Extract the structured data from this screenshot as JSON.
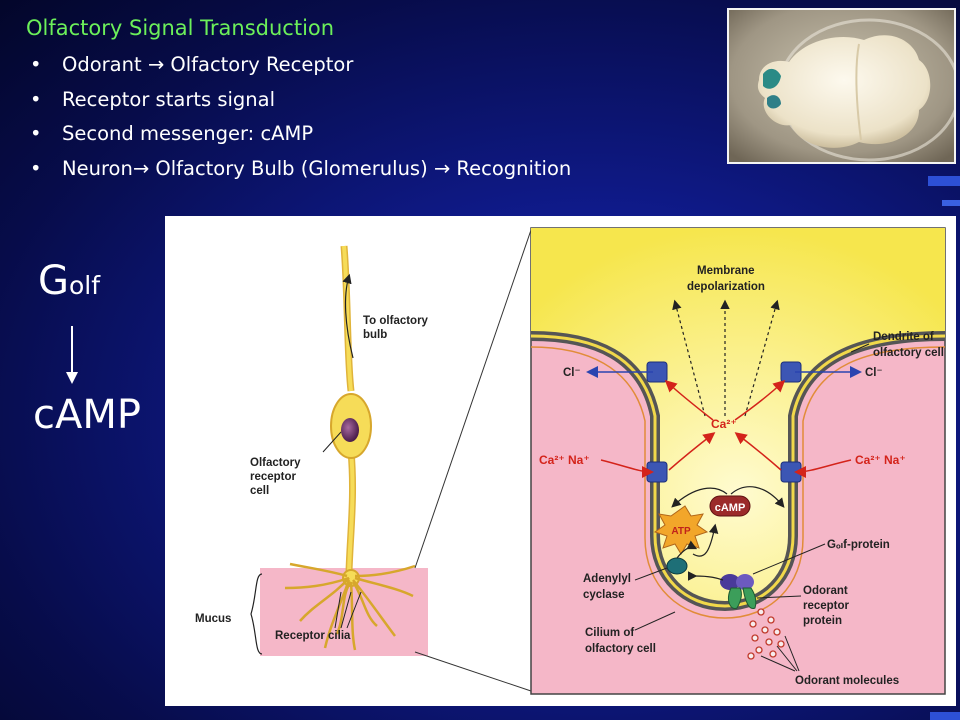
{
  "slide": {
    "title": "Olfactory Signal Transduction",
    "bullets": [
      "Odorant → Olfactory Receptor",
      "Receptor starts signal",
      "Second messenger: cAMP",
      "Neuron→ Olfactory Bulb (Glomerulus) → Recognition"
    ],
    "bullet_glyph": "•"
  },
  "side": {
    "g_main": "G",
    "g_sub": "olf",
    "camp": "cAMP"
  },
  "figure": {
    "labels": {
      "to_bulb_1": "To olfactory",
      "to_bulb_2": "bulb",
      "receptor_cell_1": "Olfactory",
      "receptor_cell_2": "receptor",
      "receptor_cell_3": "cell",
      "mucus": "Mucus",
      "receptor_cilia": "Receptor cilia",
      "membrane_1": "Membrane",
      "membrane_2": "depolarization",
      "dendrite_1": "Dendrite of",
      "dendrite_2": "olfactory cell",
      "cl_left": "Cl⁻",
      "cl_right": "Cl⁻",
      "ca_center": "Ca²⁺",
      "ca_na_left": "Ca²⁺  Na⁺",
      "ca_na_right": "Ca²⁺  Na⁺",
      "camp": "cAMP",
      "atp": "ATP",
      "golf_protein": "Gₒₗf-protein",
      "adenylyl_1": "Adenylyl",
      "adenylyl_2": "cyclase",
      "odorant_receptor_1": "Odorant",
      "odorant_receptor_2": "receptor",
      "odorant_receptor_3": "protein",
      "cilium_1": "Cilium of",
      "cilium_2": "olfactory cell",
      "odorant_molecules": "Odorant molecules"
    },
    "colors": {
      "mucus_pink": "#f5b7c8",
      "cytoplasm_yellow": "#f9ef7c",
      "membrane_gray": "#6a6a6a",
      "channel_blue": "#3c56b4",
      "arrow_red": "#d4231a"
    }
  },
  "photo": {
    "icon": "mouse-brain-photo"
  }
}
